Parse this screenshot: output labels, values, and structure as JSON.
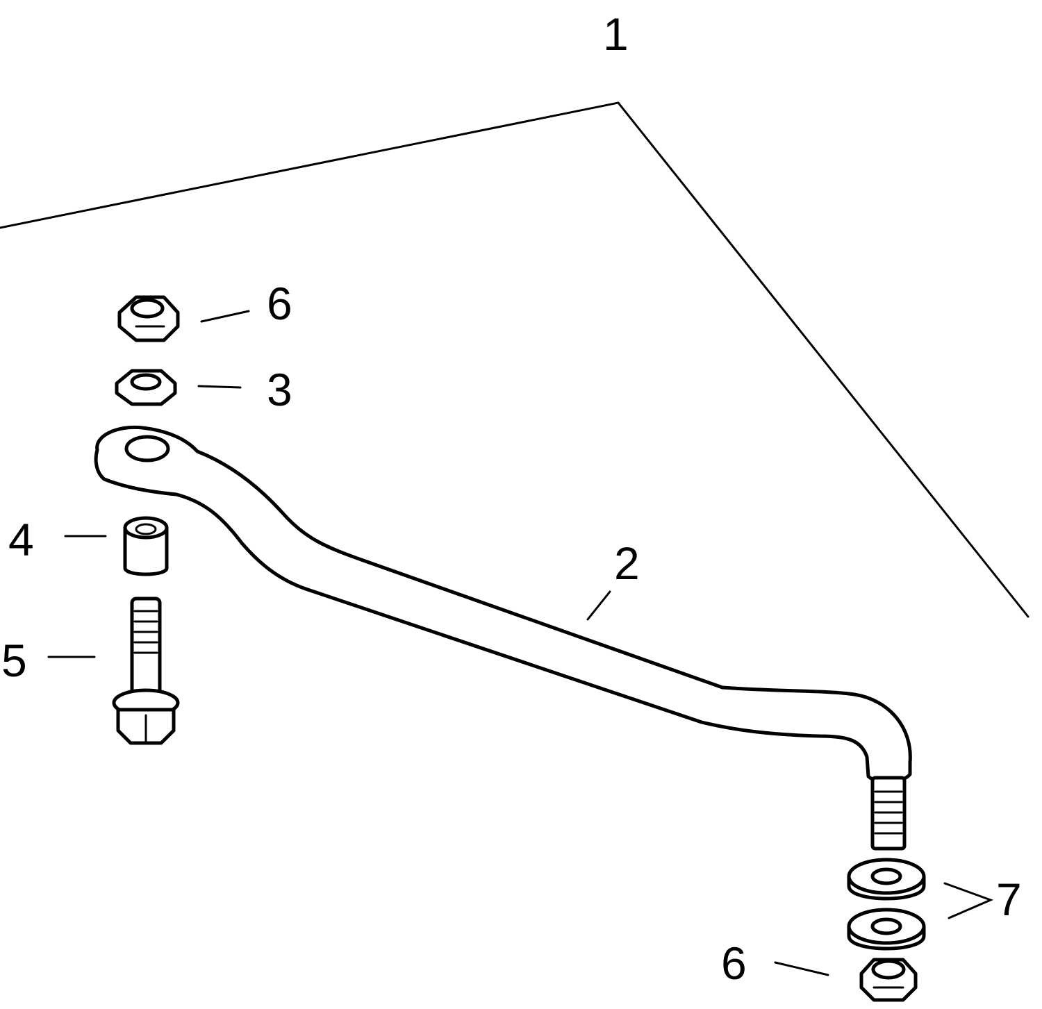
{
  "callouts": {
    "c1": "1",
    "c2": "2",
    "c3": "3",
    "c4": "4",
    "c5": "5",
    "c6_top": "6",
    "c6_bottom": "6",
    "c7": "7"
  }
}
